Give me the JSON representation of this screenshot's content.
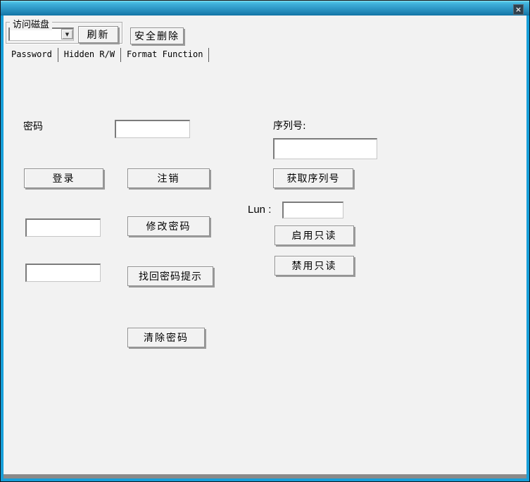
{
  "window": {
    "close_glyph": "×"
  },
  "header": {
    "group_title": "访问磁盘",
    "disk_combo_value": "",
    "dropdown_icon": "▼",
    "refresh_label": "刷新",
    "safe_remove_label": "安全删除"
  },
  "tabs": {
    "password": "Password",
    "hidden_rw": "Hidden R/W",
    "format_function": "Format Function"
  },
  "form": {
    "password_label": "密码",
    "password_value": "",
    "serial_label": "序列号:",
    "serial_value": "",
    "login_label": "登录",
    "logout_label": "注销",
    "get_serial_label": "获取序列号",
    "lun_label": "Lun :",
    "lun_value": "",
    "new_password_value": "",
    "change_password_label": "修改密码",
    "enable_readonly_label": "启用只读",
    "hint_value": "",
    "retrieve_hint_label": "找回密码提示",
    "disable_readonly_label": "禁用只读",
    "clear_password_label": "清除密码"
  },
  "colors": {
    "titlebar_top": "#56c8e8",
    "titlebar_bottom": "#1173a4",
    "window_border": "#179fd9",
    "client_bg": "#f2f2f2",
    "button_face": "#f2f2f2"
  }
}
